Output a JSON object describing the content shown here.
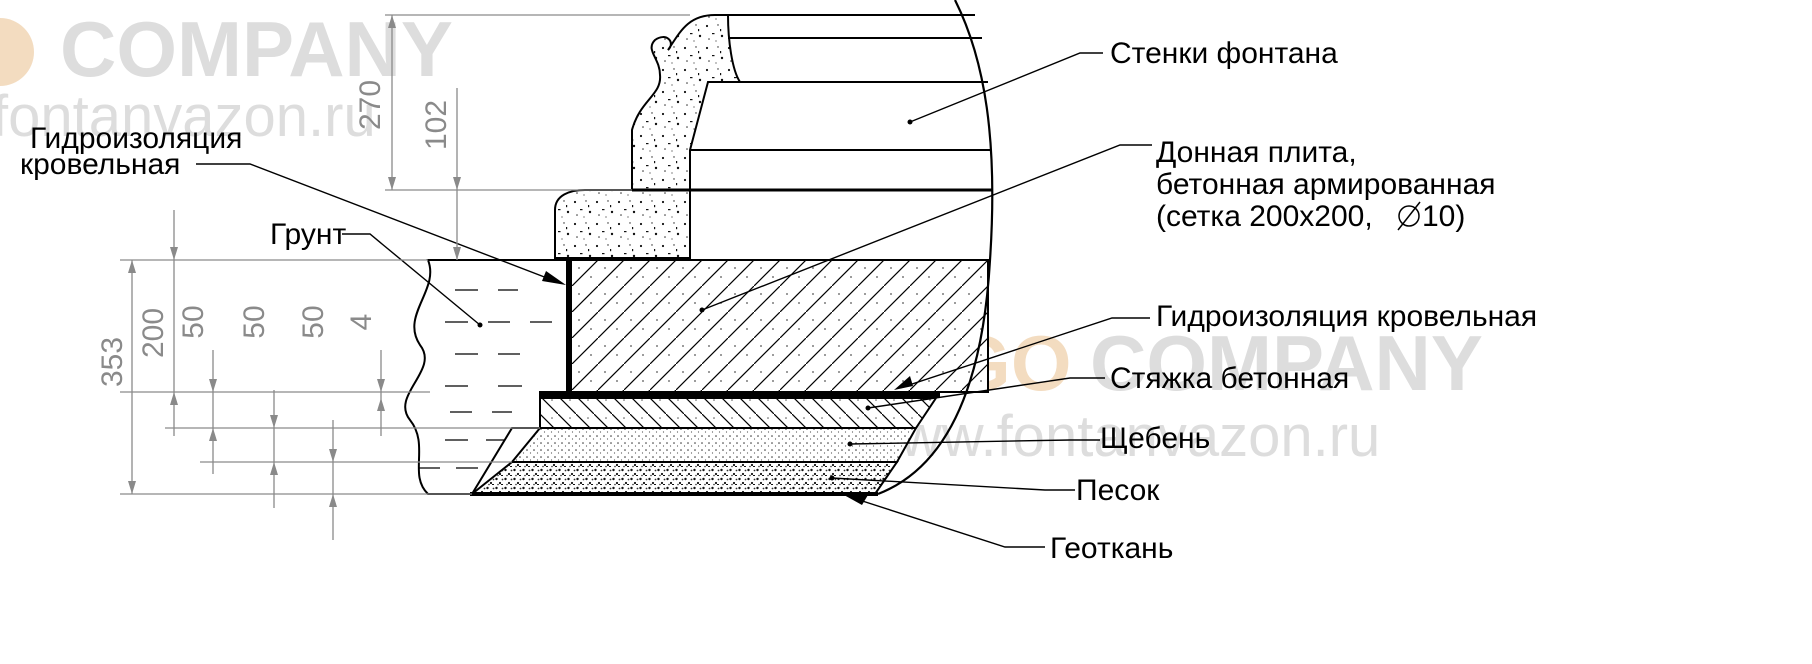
{
  "watermarks": {
    "company_top": "COMPANY",
    "site_top": "fontanvazon.ru",
    "brand_right": "TAGO",
    "company_right": "COMPANY",
    "site_right": "www.fontanvazon.ru"
  },
  "labels": {
    "walls": "Стенки фонтана",
    "base_slab_line1": "Донная плита,",
    "base_slab_line2": "бетонная армированная",
    "base_slab_line3_a": "(сетка 200х200,",
    "base_slab_line3_b": "10)",
    "waterproofing_left_line1": "Гидроизоляция",
    "waterproofing_left_line2": "кровельная",
    "soil": "Грунт",
    "waterproofing_right": "Гидроизоляция кровельная",
    "screed": "Стяжка бетонная",
    "gravel": "Щебень",
    "sand": "Песок",
    "geotextile": "Геоткань"
  },
  "dimensions": {
    "wall_height": "270",
    "wall_step": "102",
    "total": "353",
    "slab": "200",
    "screed": "50",
    "gravel": "50",
    "sand": "50",
    "waterproofing": "4"
  },
  "colors": {
    "line": "#000000",
    "dimension": "#8a8a8a",
    "watermark_gray": "#dddddd",
    "watermark_orange": "#f3dcc0"
  }
}
